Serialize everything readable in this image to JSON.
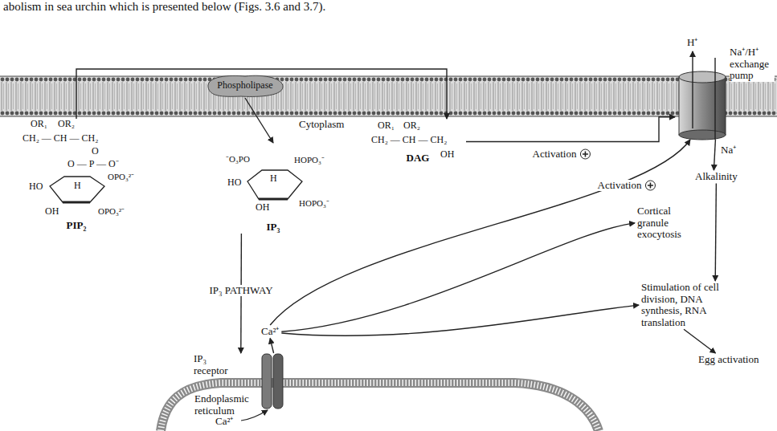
{
  "diagram": {
    "nodes": [
      {
        "text": [
          "PIP₂"
        ]
      },
      {
        "text": [
          "Phospholipase"
        ]
      },
      {
        "text": [
          "IP₃"
        ]
      },
      {
        "text": [
          "DAG"
        ]
      },
      {
        "text": [
          "Na⁺/H⁺ exchange pump"
        ]
      },
      {
        "text": [
          "Endoplasmic reticulum"
        ]
      },
      {
        "text": [
          "IP₃ receptor"
        ]
      },
      {
        "text": [
          "Ca²⁺"
        ]
      },
      {
        "text": [
          "Alkalinity"
        ]
      },
      {
        "text": [
          "Cortical granule exocytosis"
        ]
      },
      {
        "text": [
          "Stimulation of cell division, DNA synthesis, RNA translation"
        ]
      },
      {
        "text": [
          "Egg activation"
        ]
      }
    ],
    "edges": [
      {
        "from": 0,
        "to": 3,
        "arrow": "to"
      },
      {
        "from": 1,
        "to": 2,
        "arrow": "to"
      },
      {
        "from": 2,
        "to": 6,
        "label": "IP₃ PATHWAY",
        "arrow": "to"
      },
      {
        "from": 6,
        "to": 7,
        "arrow": "to"
      },
      {
        "from": 3,
        "to": 4,
        "label": "Activation",
        "arrow": "to"
      },
      {
        "from": 7,
        "to": 4,
        "label": "Activation",
        "arrow": "to"
      },
      {
        "from": 7,
        "to": 9,
        "arrow": "to"
      },
      {
        "from": 7,
        "to": 10,
        "arrow": "to"
      },
      {
        "from": 4,
        "to": 8,
        "arrow": "to"
      },
      {
        "from": 8,
        "to": 10,
        "arrow": "to"
      },
      {
        "from": 10,
        "to": 11,
        "arrow": "to"
      }
    ],
    "labels": [
      "abolism in sea urchin which is presented below (Figs. 3.6 and 3.7).",
      "H⁺",
      "OR₁",
      "OR₂",
      "CH₂ — CH — CH₂",
      "O",
      "O — P — O⁻",
      "HO",
      "H",
      "OPO₃²⁻",
      "OH",
      "OPO₃²⁻",
      "Cytoplasm",
      "⁻O₃PO",
      "H",
      "HO",
      "HOPO₃⁻",
      "OH",
      "HOPO₃⁻",
      "OR₁",
      "OR₂",
      "CH₂ — CH — CH₂",
      "OH",
      "Na⁺",
      "Ca²⁺"
    ]
  }
}
